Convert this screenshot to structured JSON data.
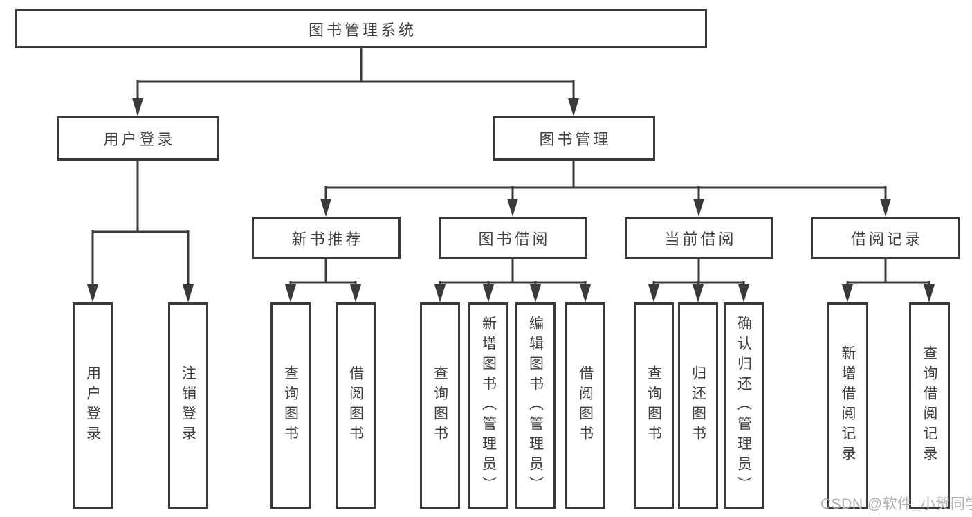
{
  "diagram": {
    "root": {
      "label": "图书管理系统"
    },
    "level2": {
      "user_login": "用户登录",
      "book_management": "图书管理"
    },
    "level3": {
      "new_book_recommend": "新书推荐",
      "book_borrow": "图书借阅",
      "current_borrow": "当前借阅",
      "borrow_records": "借阅记录"
    },
    "leaves": {
      "user_login": "用户登录",
      "logout": "注销登录",
      "nb_query_books": "查询图书",
      "nb_borrow_books": "借阅图书",
      "bb_query_books": "查询图书",
      "bb_add_books_admin": "新增图书（管理员）",
      "bb_edit_books_admin": "编辑图书（管理员）",
      "bb_borrow_books": "借阅图书",
      "cb_query_books": "查询图书",
      "cb_return_books": "归还图书",
      "cb_confirm_return_admin": "确认归还（管理员）",
      "br_add_record": "新增借阅记录",
      "br_query_record": "查询借阅记录"
    }
  },
  "watermark": {
    "text": "CSDN @软件_小贺同学",
    "color": "#b0b0b0"
  },
  "colors": {
    "line": "#3a3a3a",
    "box_border": "#3a3a3a",
    "text": "#3f3f3f",
    "background": "#ffffff"
  }
}
